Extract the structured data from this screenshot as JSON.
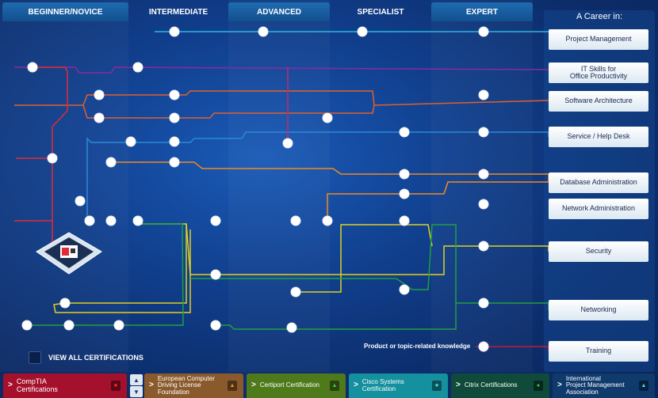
{
  "levels": [
    "BEGINNER/NOVICE",
    "INTERMEDIATE",
    "ADVANCED",
    "SPECIALIST",
    "EXPERT"
  ],
  "career_header": "A Career in:",
  "careers": [
    "Project Management",
    "IT Skills for\nOffice Productivity",
    "Software Architecture",
    "Service / Help Desk",
    "Database Administration",
    "Network Administration",
    "Security",
    "Networking",
    "Training"
  ],
  "view_all": "VIEW ALL CERTIFICATIONS",
  "legend_label": "Product or topic-related knowledge",
  "certifications": [
    {
      "label": "CompTIA\nCertifications",
      "color": "#a5102c",
      "icon": "square-icon",
      "glyph": "■",
      "glyph_color": "#ff2020"
    },
    {
      "label": "European Computer\nDriving License\nFoundation",
      "color": "#8a5a2c",
      "icon": "triangle-icon",
      "glyph": "▲",
      "glyph_color": "#ff9a10"
    },
    {
      "label": "Certiport Certification",
      "color": "#4f7a1c",
      "icon": "triangle-icon",
      "glyph": "▲",
      "glyph_color": "#40d040"
    },
    {
      "label": "Cisco Systems\nCertification",
      "color": "#15909e",
      "icon": "star-icon",
      "glyph": "★",
      "glyph_color": "#30f0ff"
    },
    {
      "label": "Citrix Certifications",
      "color": "#0f4a3a",
      "icon": "circle-icon",
      "glyph": "●",
      "glyph_color": "#30d040"
    },
    {
      "label": "International\nProject Management\nAssociation",
      "color": "#0f3a6c",
      "icon": "triangle-icon",
      "glyph": "▲",
      "glyph_color": "#40e0ff"
    }
  ],
  "scroll": {
    "up": "▲",
    "down": "▼"
  }
}
